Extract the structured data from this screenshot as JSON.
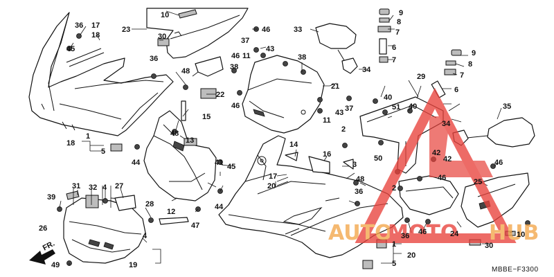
{
  "diagram": {
    "code": "MBBE−F3300",
    "front_marker": "FR.",
    "callouts": [
      {
        "id": "c1",
        "text": "1"
      },
      {
        "id": "c2",
        "text": "1"
      },
      {
        "id": "c3",
        "text": "2"
      },
      {
        "id": "c4",
        "text": "2"
      },
      {
        "id": "c5",
        "text": "3"
      },
      {
        "id": "c6",
        "text": "4"
      },
      {
        "id": "c7",
        "text": "4"
      },
      {
        "id": "c8",
        "text": "5"
      },
      {
        "id": "c9",
        "text": "5"
      },
      {
        "id": "c10",
        "text": "6"
      },
      {
        "id": "c11",
        "text": "6"
      },
      {
        "id": "c12",
        "text": "7"
      },
      {
        "id": "c13",
        "text": "7"
      },
      {
        "id": "c14",
        "text": "7"
      },
      {
        "id": "c15",
        "text": "8"
      },
      {
        "id": "c16",
        "text": "8"
      },
      {
        "id": "c17",
        "text": "9"
      },
      {
        "id": "c18",
        "text": "9"
      },
      {
        "id": "c19",
        "text": "10"
      },
      {
        "id": "c20",
        "text": "10"
      },
      {
        "id": "c21",
        "text": "11"
      },
      {
        "id": "c22",
        "text": "11"
      },
      {
        "id": "c23",
        "text": "12"
      },
      {
        "id": "c24",
        "text": "13"
      },
      {
        "id": "c25",
        "text": "14"
      },
      {
        "id": "c26",
        "text": "15"
      },
      {
        "id": "c27",
        "text": "16"
      },
      {
        "id": "c28",
        "text": "17"
      },
      {
        "id": "c29",
        "text": "17"
      },
      {
        "id": "c30",
        "text": "18"
      },
      {
        "id": "c31",
        "text": "18"
      },
      {
        "id": "c32",
        "text": "19"
      },
      {
        "id": "c33",
        "text": "20"
      },
      {
        "id": "c34",
        "text": "20"
      },
      {
        "id": "c35",
        "text": "21"
      },
      {
        "id": "c36",
        "text": "22"
      },
      {
        "id": "c37",
        "text": "23"
      },
      {
        "id": "c38",
        "text": "24"
      },
      {
        "id": "c39",
        "text": "25"
      },
      {
        "id": "c40",
        "text": "26"
      },
      {
        "id": "c41",
        "text": "27"
      },
      {
        "id": "c42",
        "text": "28"
      },
      {
        "id": "c43",
        "text": "29"
      },
      {
        "id": "c44",
        "text": "30"
      },
      {
        "id": "c45",
        "text": "30"
      },
      {
        "id": "c46",
        "text": "31"
      },
      {
        "id": "c47",
        "text": "32"
      },
      {
        "id": "c48",
        "text": "33"
      },
      {
        "id": "c49",
        "text": "34"
      },
      {
        "id": "c50",
        "text": "34"
      },
      {
        "id": "c51",
        "text": "35"
      },
      {
        "id": "c52",
        "text": "36"
      },
      {
        "id": "c53",
        "text": "36"
      },
      {
        "id": "c54",
        "text": "36"
      },
      {
        "id": "c55",
        "text": "36"
      },
      {
        "id": "c56",
        "text": "37"
      },
      {
        "id": "c57",
        "text": "37"
      },
      {
        "id": "c58",
        "text": "38"
      },
      {
        "id": "c59",
        "text": "38"
      },
      {
        "id": "c60",
        "text": "39"
      },
      {
        "id": "c61",
        "text": "40"
      },
      {
        "id": "c62",
        "text": "40"
      },
      {
        "id": "c63",
        "text": "41"
      },
      {
        "id": "c64",
        "text": "42"
      },
      {
        "id": "c65",
        "text": "42"
      },
      {
        "id": "c66",
        "text": "43"
      },
      {
        "id": "c67",
        "text": "43"
      },
      {
        "id": "c68",
        "text": "44"
      },
      {
        "id": "c69",
        "text": "44"
      },
      {
        "id": "c70",
        "text": "45"
      },
      {
        "id": "c71",
        "text": "45"
      },
      {
        "id": "c72",
        "text": "46"
      },
      {
        "id": "c73",
        "text": "46"
      },
      {
        "id": "c74",
        "text": "46"
      },
      {
        "id": "c75",
        "text": "46"
      },
      {
        "id": "c76",
        "text": "46"
      },
      {
        "id": "c77",
        "text": "46"
      },
      {
        "id": "c78",
        "text": "47"
      },
      {
        "id": "c79",
        "text": "48"
      },
      {
        "id": "c80",
        "text": "48"
      },
      {
        "id": "c81",
        "text": "48"
      },
      {
        "id": "c82",
        "text": "49"
      },
      {
        "id": "c83",
        "text": "50"
      },
      {
        "id": "c84",
        "text": "51"
      }
    ]
  },
  "watermark": {
    "brand_auto": "AUTO",
    "brand_moto": "MOTO",
    "brand_hub": "HUB",
    "color_orange": "#f3a64a",
    "color_red": "#e8423c"
  }
}
